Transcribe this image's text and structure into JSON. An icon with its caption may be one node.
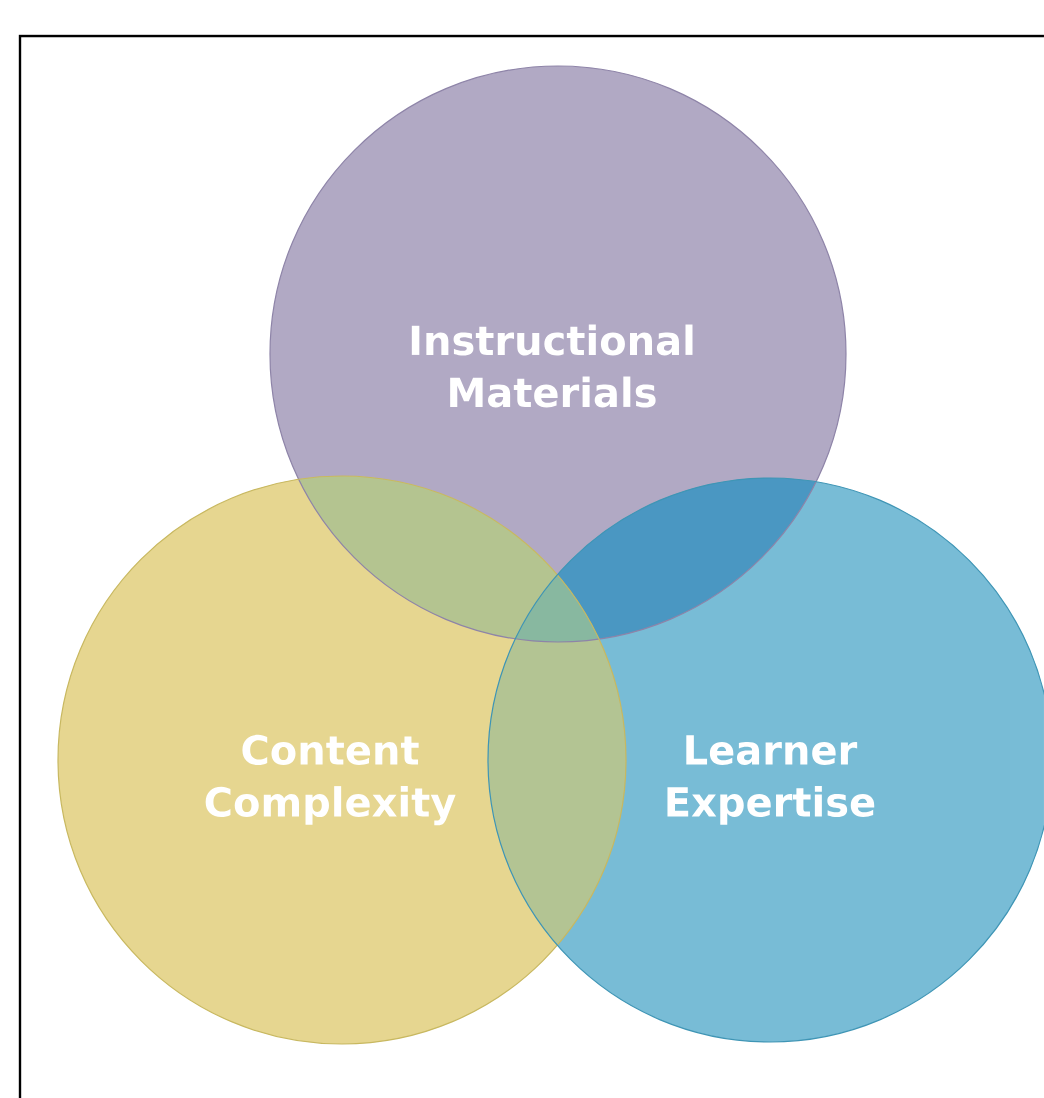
{
  "diagram": {
    "nodes": [
      {
        "text": [
          "Instructional Materials"
        ]
      },
      {
        "text": [
          "Content Complexity"
        ]
      },
      {
        "text": [
          "Learner Expertise"
        ]
      }
    ]
  }
}
